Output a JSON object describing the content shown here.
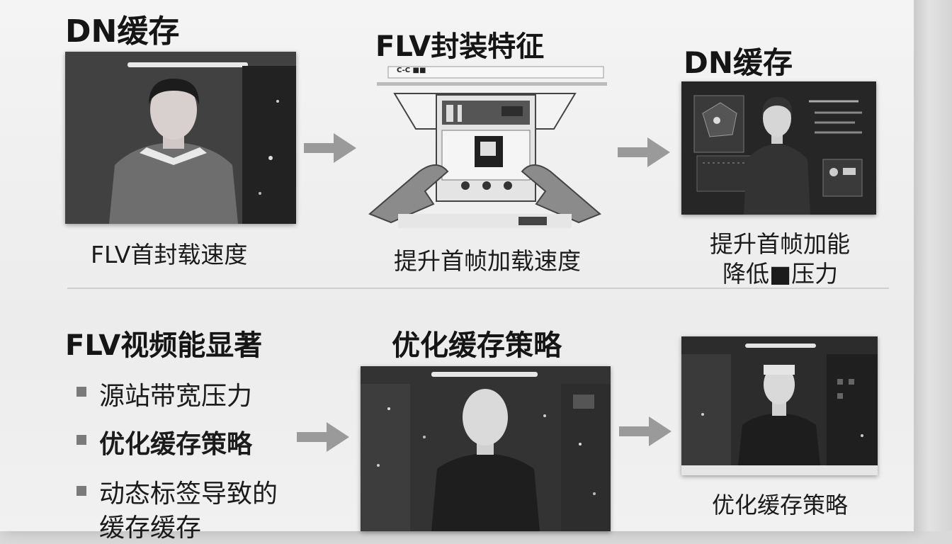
{
  "row1": {
    "col1": {
      "title": "DN缓存",
      "caption": "FLV首封载速度"
    },
    "col2": {
      "title": "FLV封装特征",
      "caption": "提升首帧加载速度",
      "screen_text": "C-C ■■"
    },
    "col3": {
      "title": "DN缓存",
      "caption_line1": "提升首帧加能",
      "caption_line2": "降低■压力"
    }
  },
  "row2": {
    "col1": {
      "title": "FLV视频能显著",
      "bullets": [
        "源站带宽压力",
        "优化缓存策略",
        "动态标签导致的"
      ],
      "bullet_tail": "缓存缓存"
    },
    "col2": {
      "title": "优化缓存策略"
    },
    "col3": {
      "caption": "优化缓存策略"
    }
  },
  "icons": [
    "arrow-right-icon",
    "person-icon",
    "hands-icon",
    "dashboard-icon"
  ]
}
